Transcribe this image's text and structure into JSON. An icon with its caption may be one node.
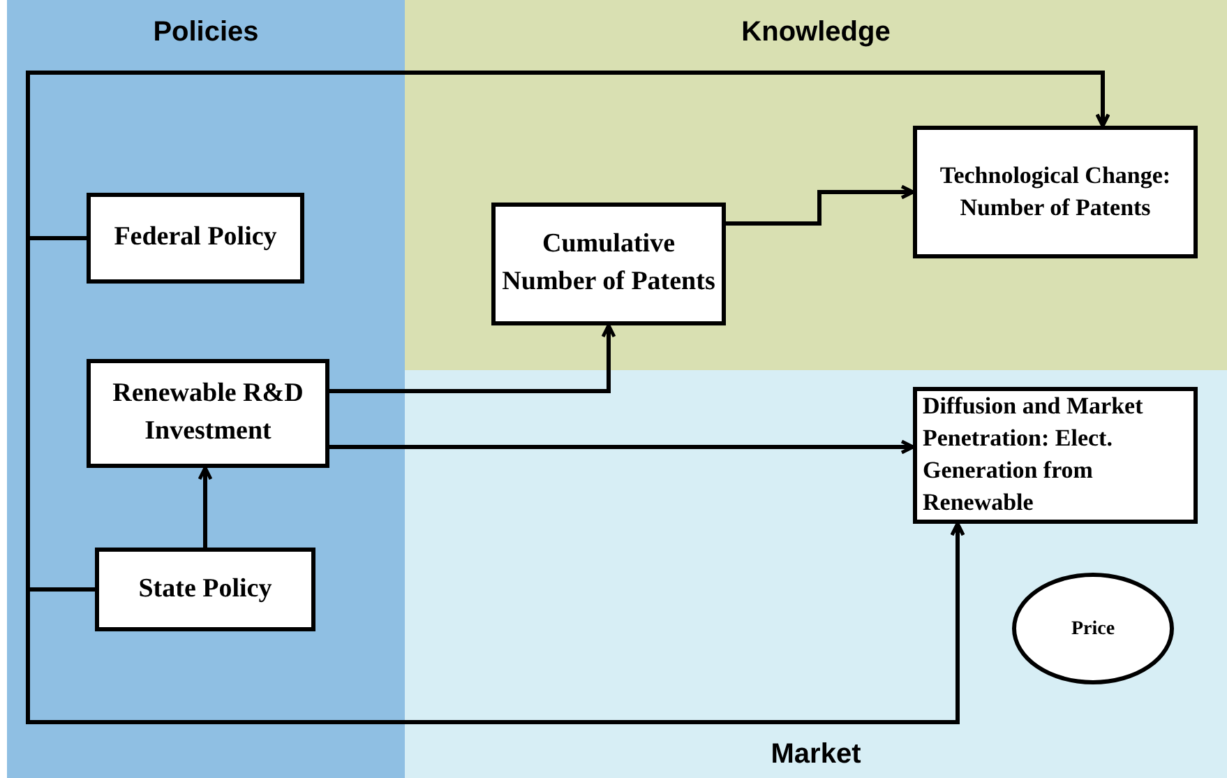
{
  "diagram": {
    "nodes": [
      {
        "text": [
          "Policies"
        ]
      },
      {
        "text": [
          "Knowledge"
        ]
      },
      {
        "text": [
          "Market"
        ]
      },
      {
        "text": [
          "Federal Policy"
        ],
        "in": 0
      },
      {
        "text": [
          "Renewable R&D Investment"
        ],
        "in": 0
      },
      {
        "text": [
          "State Policy"
        ],
        "in": 0
      },
      {
        "text": [
          "Cumulative Number of Patents"
        ],
        "in": 1
      },
      {
        "text": [
          "Technological Change: Number of Patents"
        ],
        "in": 1
      },
      {
        "text": [
          "Diffusion and Market Penetration: Elect. Generation from Renewable"
        ],
        "in": 2
      },
      {
        "text": [
          "Price"
        ],
        "in": 2
      }
    ],
    "edges": [
      {
        "from": 3,
        "to": 7,
        "arrow": "to"
      },
      {
        "from": 5,
        "to": 7,
        "arrow": "to"
      },
      {
        "from": 3,
        "to": 8,
        "arrow": "to"
      },
      {
        "from": 5,
        "to": 8,
        "arrow": "to"
      },
      {
        "from": 5,
        "to": 4,
        "arrow": "to"
      },
      {
        "from": 4,
        "to": 6,
        "arrow": "to"
      },
      {
        "from": 4,
        "to": 8,
        "arrow": "to"
      },
      {
        "from": 6,
        "to": 7,
        "arrow": "to"
      }
    ]
  }
}
